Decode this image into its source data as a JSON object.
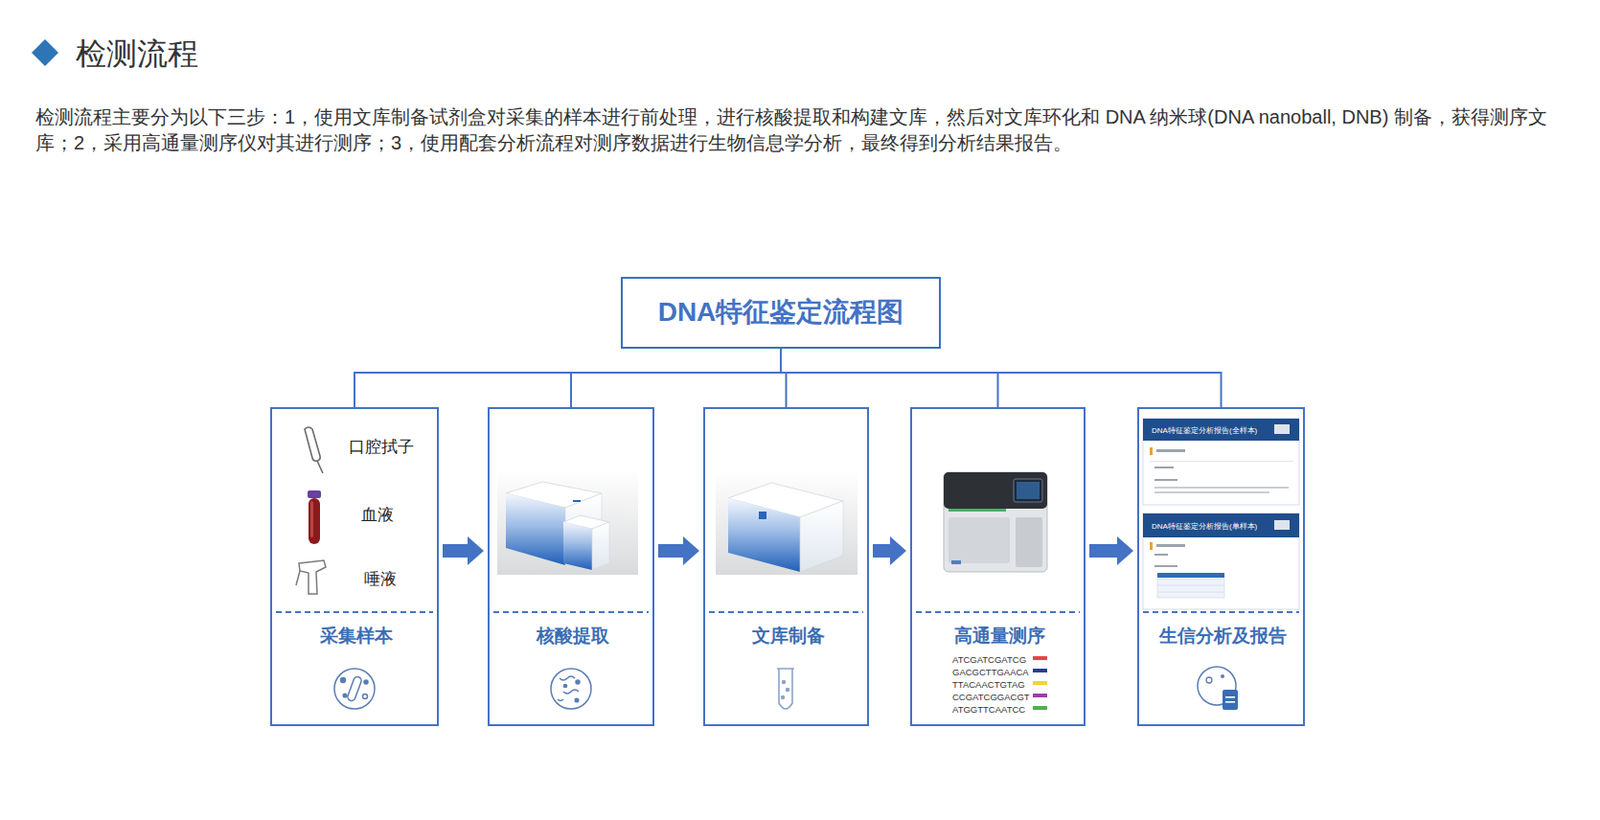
{
  "diagram": {
    "title": "检测流程",
    "caption": "检测流程主要分为以下三步：1，使用文库制备试剂盒对采集的样本进行前处理，进行核酸提取和构建文库，然后对文库环化和 DNA 纳米球(DNA nanoball, DNB) 制备，获得测序文库；2，采用高通量测序仪对其进行测序；3，使用配套分析流程对测序数据进行生物信息学分析，最终得到分析结果报告。",
    "nodes": [
      {
        "text": [
          "DNA特征鉴定流程图"
        ]
      },
      {
        "text": [
          "口腔拭子",
          "血液",
          "唾液",
          "采集样本"
        ]
      },
      {
        "text": [
          "核酸提取"
        ]
      },
      {
        "text": [
          "文库制备"
        ]
      },
      {
        "text": [
          "高通量测序",
          "ATCGATCGATCG",
          "GACGCTTGAACA",
          "TTACAACTGTAG",
          "CCGATCGGACGT",
          "ATGGTTCAATCC"
        ]
      },
      {
        "text": [
          "DNA特征鉴定分析报告(全样本)",
          "DNA特征鉴定分析报告(单样本)",
          "生信分析及报告"
        ]
      }
    ],
    "edges": [
      {
        "from": 0,
        "to": 1,
        "arrow": "none"
      },
      {
        "from": 0,
        "to": 2,
        "arrow": "none"
      },
      {
        "from": 0,
        "to": 3,
        "arrow": "none"
      },
      {
        "from": 0,
        "to": 4,
        "arrow": "none"
      },
      {
        "from": 0,
        "to": 5,
        "arrow": "none"
      },
      {
        "from": 1,
        "to": 2,
        "arrow": "to"
      },
      {
        "from": 2,
        "to": 3,
        "arrow": "to"
      },
      {
        "from": 3,
        "to": 4,
        "arrow": "to"
      },
      {
        "from": 4,
        "to": 5,
        "arrow": "to"
      }
    ]
  }
}
